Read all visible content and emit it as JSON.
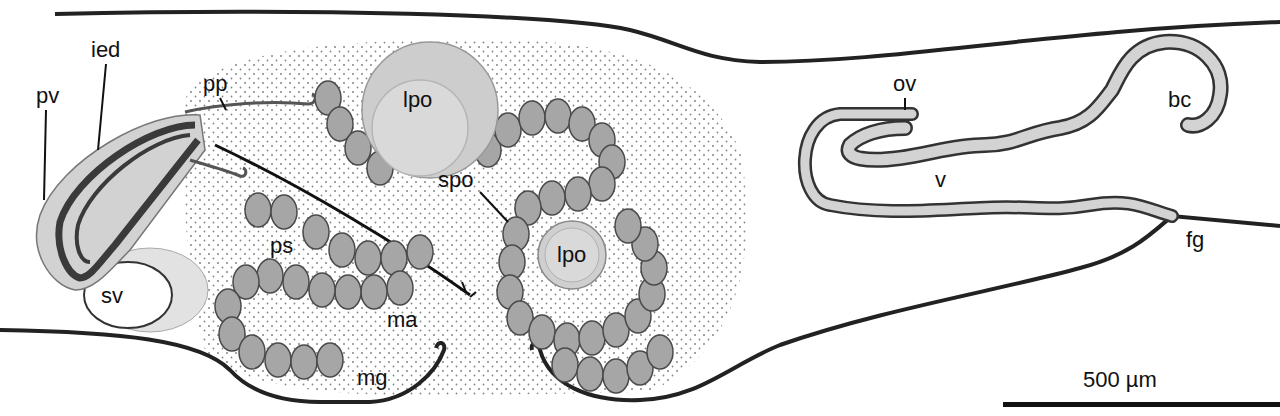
{
  "diagram": {
    "labels": [
      "pv",
      "ied",
      "pp",
      "lpo",
      "ov",
      "bc",
      "spo",
      "v",
      "lpo",
      "fg",
      "ps",
      "sv",
      "ma",
      "mg",
      "500 µm"
    ]
  }
}
